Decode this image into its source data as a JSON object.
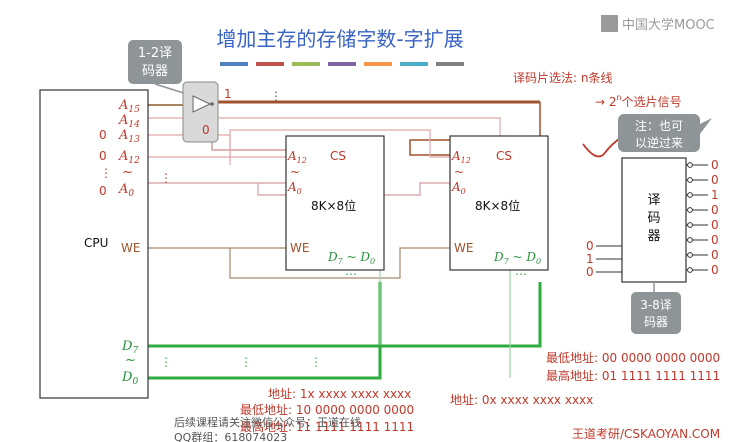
{
  "title": "增加主存的存储字数-字扩展",
  "watermark_top": "中国大学MOOC",
  "watermark_bottom": "王道考研/CSKAOYAN.COM",
  "color_bar": [
    "#4f81bd",
    "#c0504d",
    "#9bbb59",
    "#8064a2",
    "#f79646",
    "#4bacc6",
    "#7f7f7f"
  ],
  "decoder_1_2": {
    "label_line1": "1-2译",
    "label_line2": "码器",
    "out_high": "1",
    "out_low": "0"
  },
  "cpu": {
    "label": "CPU",
    "pins": {
      "a15": "A",
      "a15_sub": "15",
      "a14": "A",
      "a14_sub": "14",
      "a13": "A",
      "a13_sub": "13",
      "a12": "A",
      "a12_sub": "12",
      "tilde": "~",
      "a0": "A",
      "a0_sub": "0",
      "we": "WE",
      "d7": "D",
      "d7_sub": "7",
      "d0": "D",
      "d0_sub": "0"
    },
    "input_values": {
      "a13": "0",
      "a12": "0",
      "dots": "⋮",
      "a0": "0"
    }
  },
  "chip1": {
    "a12": "A",
    "a12_sub": "12",
    "tilde": "~",
    "a0": "A",
    "a0_sub": "0",
    "cs": "CS",
    "size": "8K×8位",
    "we": "WE",
    "d_range": "D",
    "d7_sub": "7",
    "d_tilde": " ~ ",
    "d0": "D",
    "d0_sub": "0"
  },
  "chip2": {
    "a12": "A",
    "a12_sub": "12",
    "tilde": "~",
    "a0": "A",
    "a0_sub": "0",
    "cs": "CS",
    "size": "8K×8位",
    "we": "WE",
    "d_range": "D",
    "d7_sub": "7",
    "d_tilde": " ~ ",
    "d0": "D",
    "d0_sub": "0"
  },
  "chip_select_notes": {
    "line1": "译码片选法:  n条线",
    "line2_prefix": "→ 2",
    "line2_sup": "n",
    "line2_suffix": "个选片信号",
    "bubble_line1": "注：也可",
    "bubble_line2": "以逆过来"
  },
  "decoder_3_8": {
    "label_line1": "译",
    "label_line2": "码",
    "label_line3": "器",
    "inputs": [
      "0",
      "1",
      "0"
    ],
    "outputs": [
      "0",
      "0",
      "1",
      "0",
      "0",
      "0",
      "0",
      "0"
    ],
    "callout_line1": "3-8译",
    "callout_line2": "码器"
  },
  "addresses": {
    "chip2_min": "最低地址: 00 0000 0000 0000",
    "chip2_max": "最高地址: 01 1111 1111 1111",
    "chip1_generic": "地址: 1x xxxx xxxx xxxx",
    "chip1_min": "最低地址: 10 0000 0000 0000",
    "chip1_max": "最高地址: 11 1111 1111 1111",
    "chip2_generic": "地址: 0x xxxx xxxx xxxx"
  },
  "footer": {
    "line1": "后续课程请关注微信公众号：王道在线",
    "line2": "QQ群组：618074023"
  }
}
